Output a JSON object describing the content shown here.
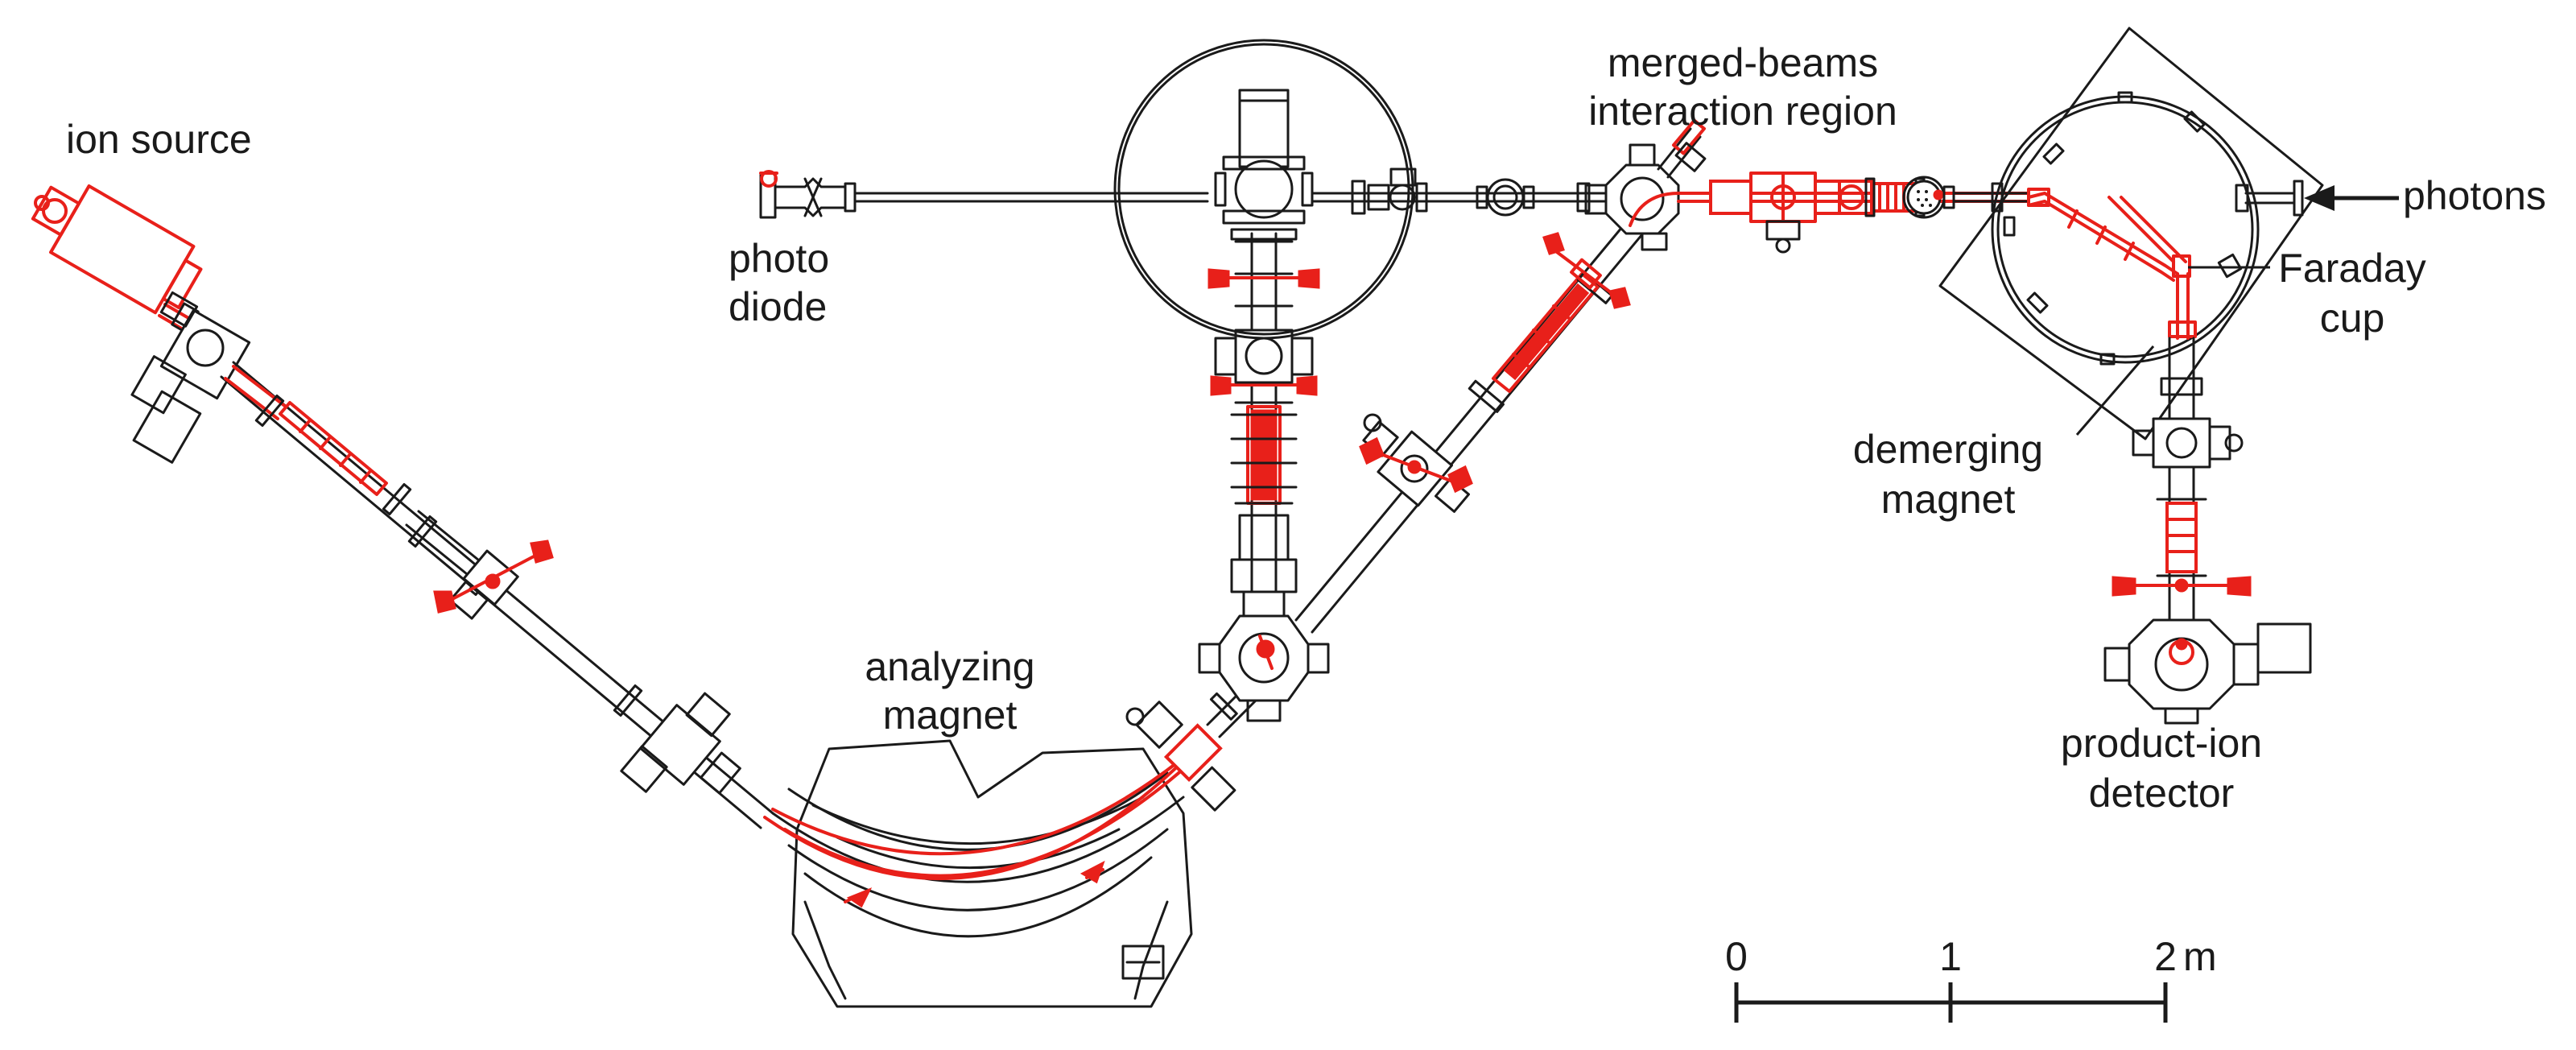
{
  "colors": {
    "beamline": "#1a1a1a",
    "ion_path": "#e8201a",
    "background": "#ffffff"
  },
  "labels": {
    "ion_source": "ion source",
    "photo_diode_line1": "photo",
    "photo_diode_line2": "diode",
    "merged_beams_line1": "merged-beams",
    "merged_beams_line2": "interaction region",
    "photons": "photons",
    "faraday_line1": "Faraday",
    "faraday_line2": "cup",
    "demerging_line1": "demerging",
    "demerging_line2": "magnet",
    "analyzing_line1": "analyzing",
    "analyzing_line2": "magnet",
    "product_line1": "product-ion",
    "product_line2": "detector"
  },
  "scale_bar": {
    "ticks": [
      "0",
      "1",
      "2"
    ],
    "unit": "m"
  }
}
